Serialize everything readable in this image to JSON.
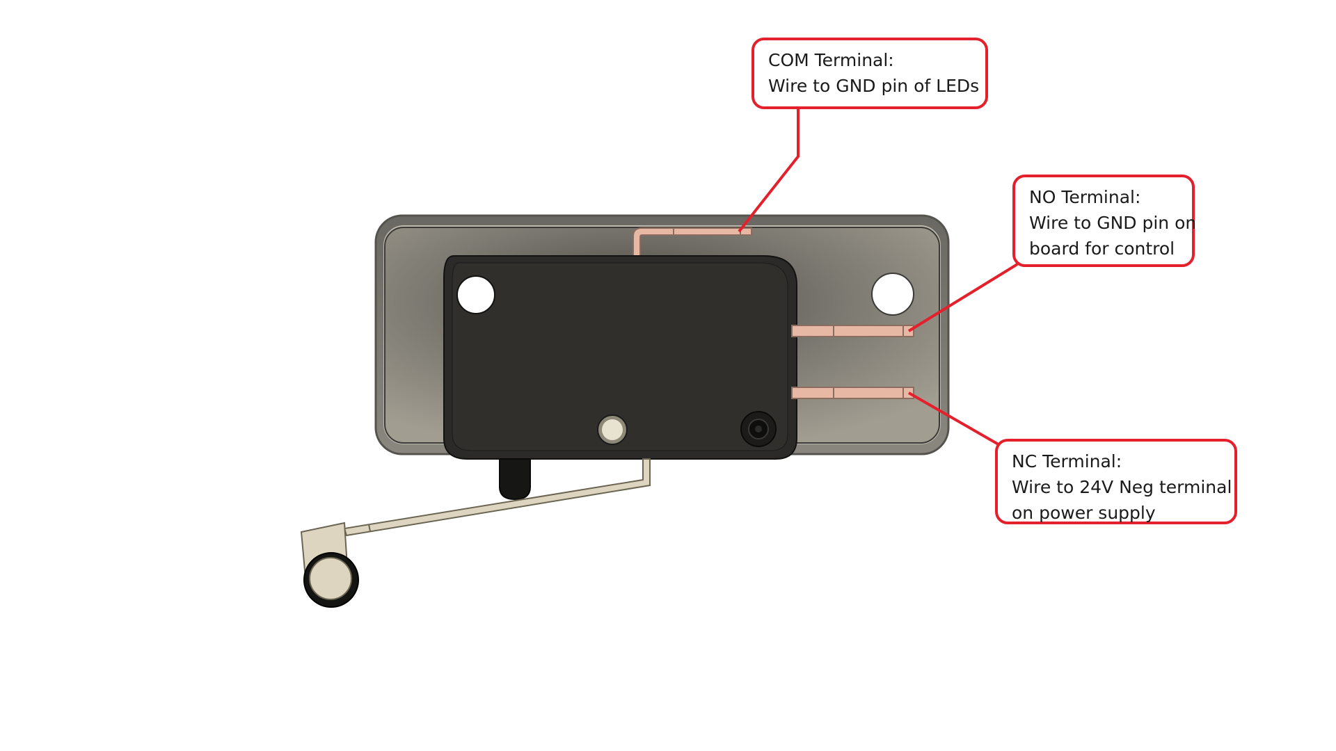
{
  "diagram": {
    "colors": {
      "callout_border": "#e3202b",
      "leader_line": "#e3202b",
      "switch_body": "#2b2a28",
      "mounting_plate": "#8f8a80",
      "terminal_copper": "#e7b8a4",
      "lever_arm": "#ddd5bf"
    },
    "callouts": {
      "com": {
        "title": "COM Terminal:",
        "line1": "Wire to GND pin of LEDs"
      },
      "no": {
        "title": "NO Terminal:",
        "line1": "Wire to GND pin on",
        "line2": "board for control"
      },
      "nc": {
        "title": "NC Terminal:",
        "line1": "Wire to 24V Neg terminal",
        "line2": "on power supply"
      }
    }
  }
}
